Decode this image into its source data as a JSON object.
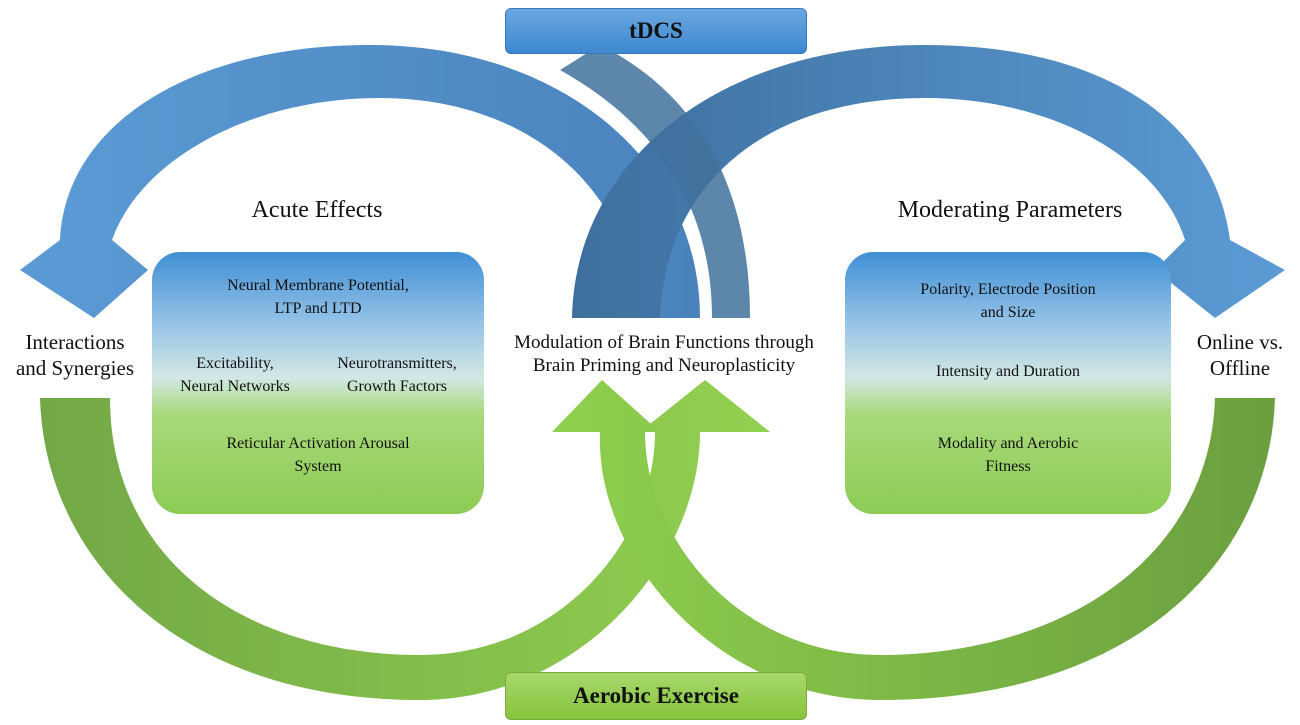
{
  "tdcs_label": "tDCS",
  "aerobic_label": "Aerobic Exercise",
  "headings": {
    "acute": "Acute Effects",
    "moderating": "Moderating Parameters"
  },
  "side_labels": {
    "left_line1": "Interactions",
    "left_line2": "and Synergies",
    "right_line1": "Online vs.",
    "right_line2": "Offline"
  },
  "center": {
    "line1": "Modulation of Brain Functions through",
    "line2": "Brain Priming and Neuroplasticity"
  },
  "acute_box": {
    "item1_line1": "Neural Membrane Potential,",
    "item1_line2": "LTP and LTD",
    "item2_line1": "Excitability,",
    "item2_line2": "Neural Networks",
    "item3_line1": "Neurotransmitters,",
    "item3_line2": "Growth Factors",
    "item4_line1": "Reticular Activation Arousal",
    "item4_line2": "System"
  },
  "moderating_box": {
    "item1_line1": "Polarity, Electrode Position",
    "item1_line2": "and Size",
    "item2": "Intensity and Duration",
    "item3_line1": "Modality and Aerobic",
    "item3_line2": "Fitness"
  },
  "colors": {
    "blue_light": "#5b9bd5",
    "blue_dark": "#41719c",
    "green_light": "#92d050",
    "green_dark": "#70a040"
  }
}
